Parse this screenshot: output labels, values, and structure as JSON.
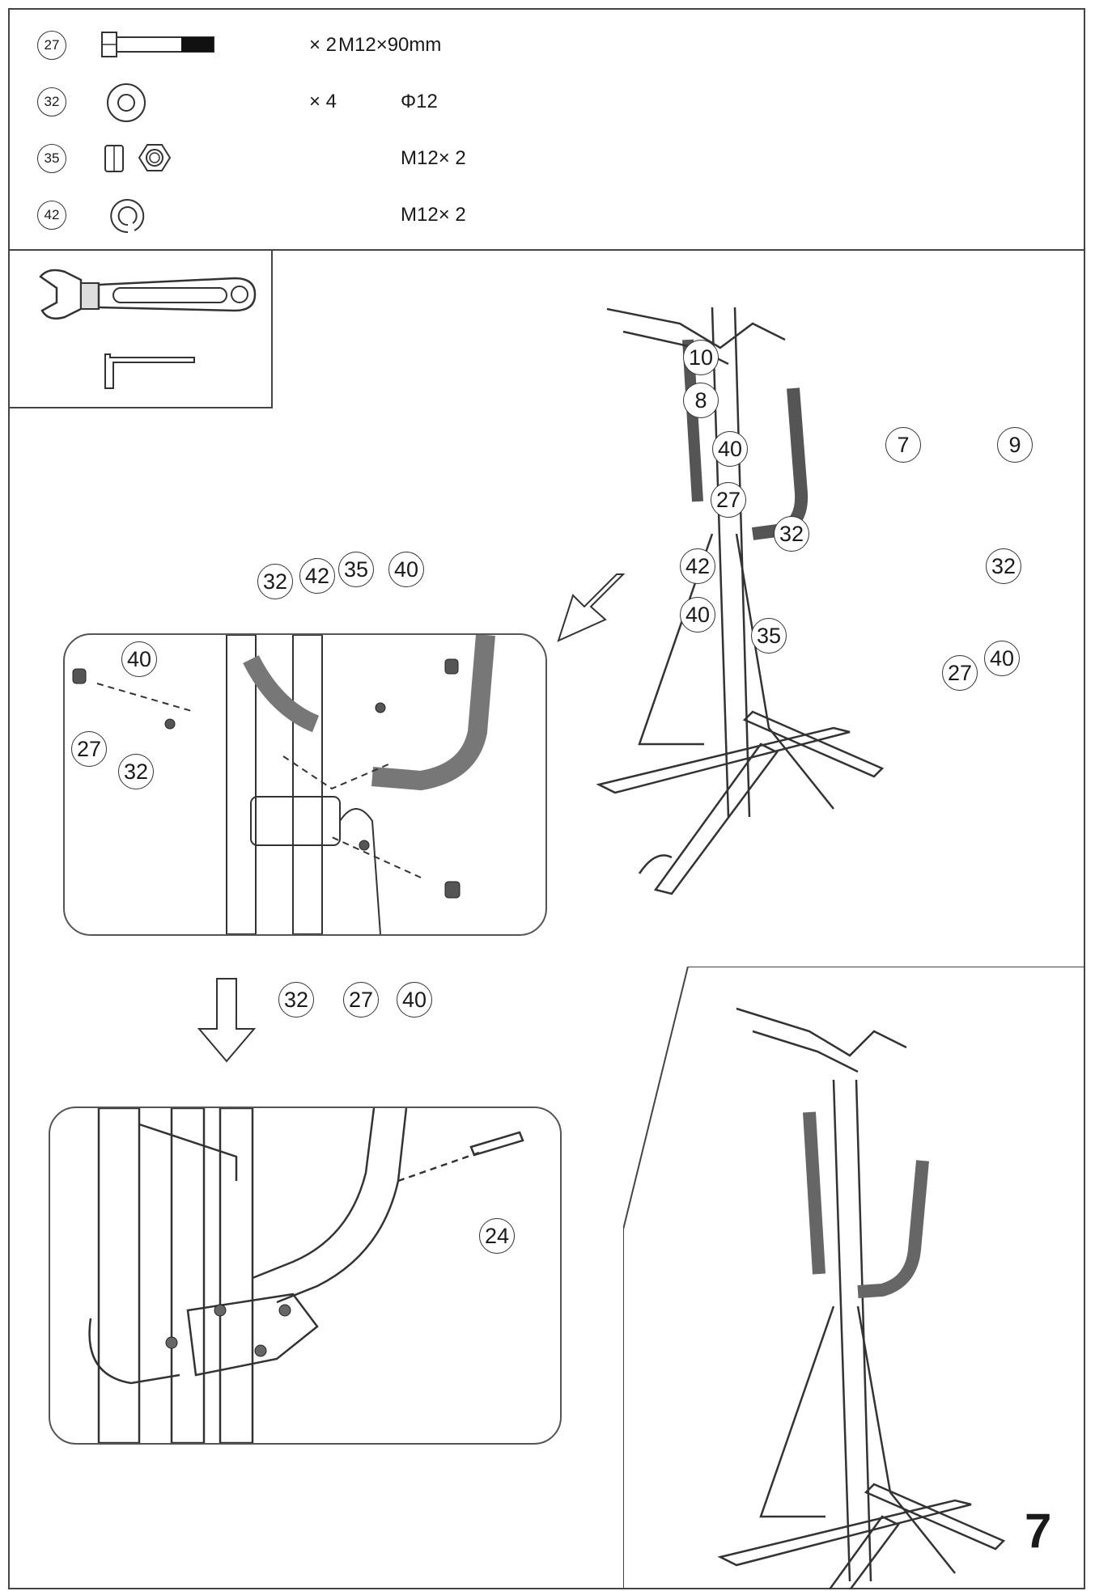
{
  "parts_list": [
    {
      "num": "27",
      "icon": "bolt-icon",
      "qty": "× 2",
      "spec": "M12×90mm"
    },
    {
      "num": "32",
      "icon": "washer-icon",
      "qty": "× 4",
      "spec": "Φ12"
    },
    {
      "num": "35",
      "icon": "nut-icon",
      "qty": "",
      "spec": "M12× 2"
    },
    {
      "num": "42",
      "icon": "spring-washer-icon",
      "qty": "",
      "spec": "M12× 2"
    }
  ],
  "tools": [
    "wrench-icon",
    "allen-key-icon"
  ],
  "overview_labels": [
    "10",
    "8",
    "7",
    "9",
    "40",
    "27",
    "32",
    "42",
    "32",
    "40",
    "35",
    "27",
    "40"
  ],
  "detail1_labels": [
    "32",
    "42",
    "35",
    "40",
    "40",
    "27",
    "32",
    "32",
    "27",
    "40"
  ],
  "detail2_labels": [
    "24"
  ],
  "page_number": "7"
}
